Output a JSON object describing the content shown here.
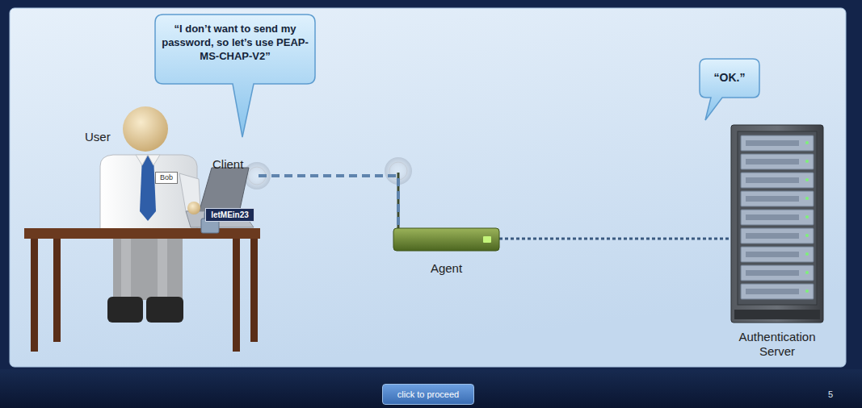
{
  "diagram": {
    "nodes": [
      {
        "text": [
          "“I don’t want to send my password, so let’s use PEAP-MS-CHAP-V2”"
        ]
      },
      {
        "text": [
          "“OK.”"
        ]
      },
      {
        "text": [
          "Bob"
        ]
      },
      {
        "text": [
          "Client"
        ]
      },
      {
        "text": [
          "letMEin23"
        ],
        "in": 3
      },
      {
        "text": [
          "Agent"
        ]
      },
      {
        "text": [
          "Authentication Server"
        ]
      },
      {
        "text": [
          "click to proceed"
        ]
      }
    ],
    "edges": [
      {
        "from": 3,
        "to": 5,
        "arrow": "none"
      },
      {
        "from": 5,
        "to": 6,
        "arrow": "none"
      }
    ],
    "labels": [
      "User",
      "5"
    ]
  }
}
